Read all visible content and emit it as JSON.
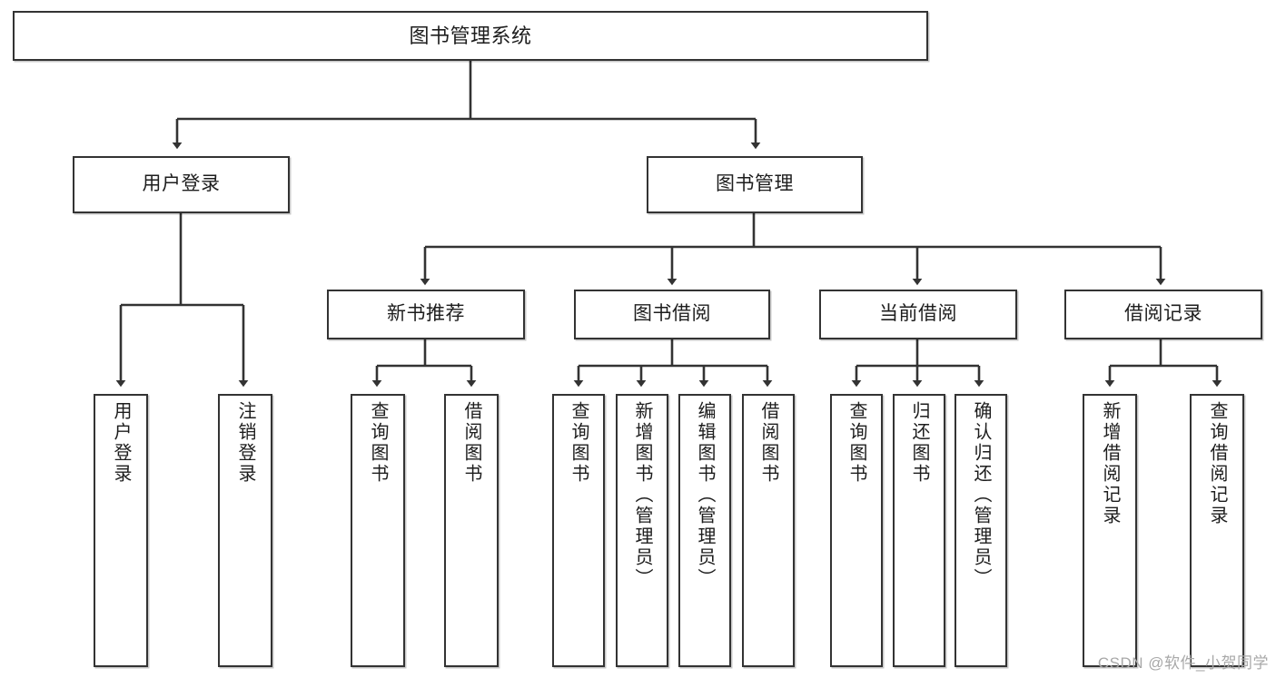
{
  "diagram": {
    "title": "图书管理系统",
    "type": "tree",
    "colors": {
      "background": "#ffffff",
      "box_fill": "#ffffff",
      "box_stroke": "#333333",
      "connector": "#333333",
      "text": "#1d1d1d",
      "watermark": "#a8a8a8"
    },
    "watermark": "CSDN @软件_小贺同学",
    "root": {
      "label": "图书管理系统"
    },
    "level1": [
      {
        "label": "用户登录"
      },
      {
        "label": "图书管理"
      }
    ],
    "level2": [
      {
        "label": "新书推荐"
      },
      {
        "label": "图书借阅"
      },
      {
        "label": "当前借阅"
      },
      {
        "label": "借阅记录"
      }
    ],
    "leaves": {
      "user_login": [
        {
          "label": "用户登录"
        },
        {
          "label": "注销登录"
        }
      ],
      "new_book_recommend": [
        {
          "label": "查询图书"
        },
        {
          "label": "借阅图书"
        }
      ],
      "book_borrow": [
        {
          "label": "查询图书"
        },
        {
          "label": "新增图书（管理员）"
        },
        {
          "label": "编辑图书（管理员）"
        },
        {
          "label": "借阅图书"
        }
      ],
      "current_borrow": [
        {
          "label": "查询图书"
        },
        {
          "label": "归还图书"
        },
        {
          "label": "确认归还（管理员）"
        }
      ],
      "borrow_records": [
        {
          "label": "新增借阅记录"
        },
        {
          "label": "查询借阅记录"
        }
      ]
    }
  }
}
